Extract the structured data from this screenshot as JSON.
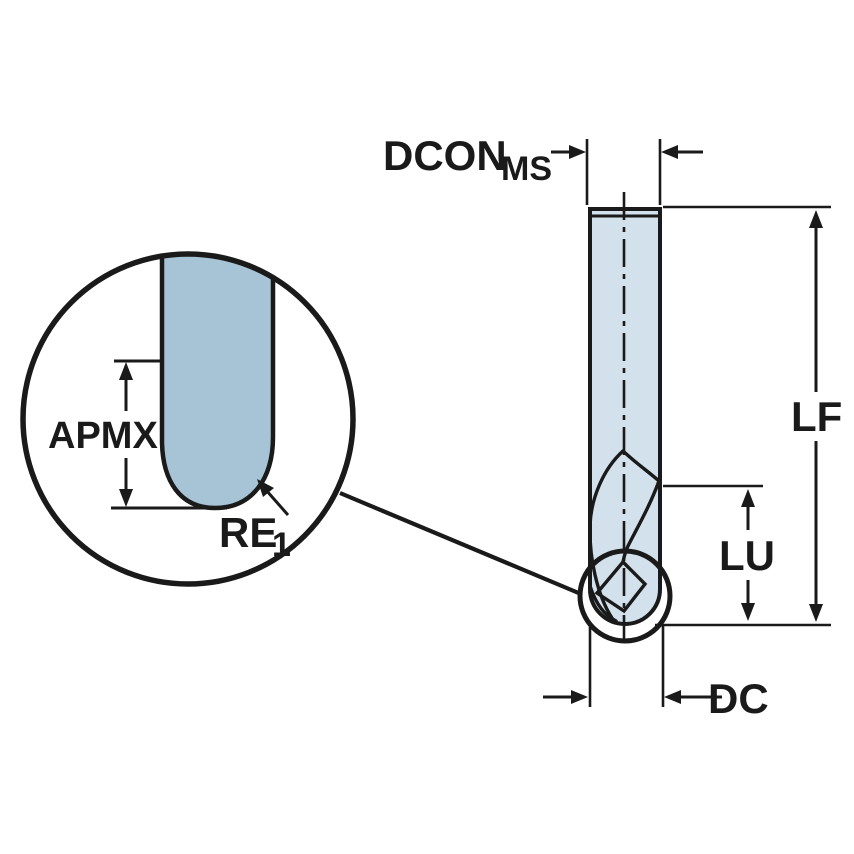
{
  "diagram": {
    "kind": "technical-drawing",
    "subject": "ball-nose-end-mill-dimension-diagram",
    "labels": {
      "dcon_main": "DCON",
      "dcon_sub": "MS",
      "lf": "LF",
      "lu": "LU",
      "dc": "DC",
      "apmx": "APMX",
      "re_main": "RE",
      "re_sub": "1"
    },
    "colors": {
      "outline": "#1a1a1a",
      "tool_fill": "#d3e1ec",
      "detail_fill": "#a7c3d6",
      "background": "#ffffff"
    }
  }
}
